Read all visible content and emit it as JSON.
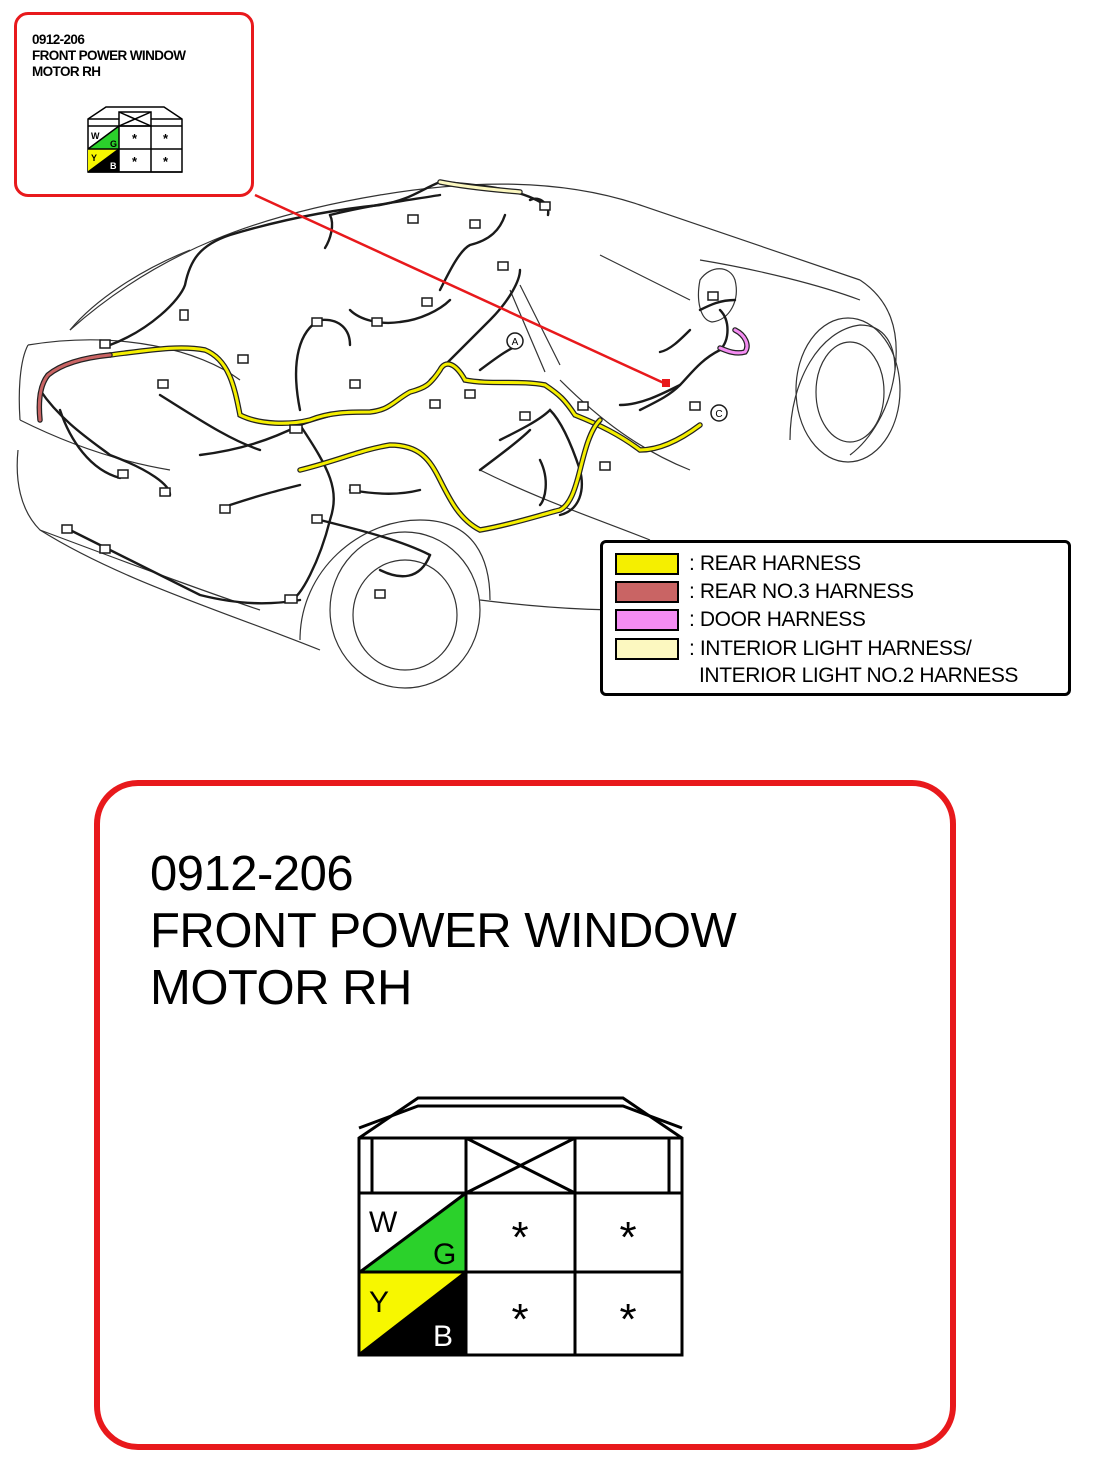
{
  "connector": {
    "code": "0912-206",
    "name_line1": "FRONT POWER WINDOW",
    "name_line2": "MOTOR RH",
    "terminals": [
      {
        "upper": "W",
        "lower": "G",
        "upper_color": "#ffffff",
        "lower_color": "#2bd12b"
      },
      {
        "upper": "Y",
        "lower": "B",
        "upper_color": "#f7f700",
        "lower_color": "#000000"
      }
    ],
    "unused_mark": "*"
  },
  "diagram": {
    "markers": [
      "A",
      "C"
    ]
  },
  "legend": {
    "items": [
      {
        "label": ": REAR HARNESS",
        "color": "#f5ef00"
      },
      {
        "label": ": REAR NO.3 HARNESS",
        "color": "#c96464"
      },
      {
        "label": ": DOOR HARNESS",
        "color": "#f48cf2"
      },
      {
        "label": ": INTERIOR LIGHT HARNESS/",
        "color": "#fcf8c0"
      }
    ],
    "continuation": "INTERIOR LIGHT NO.2 HARNESS"
  },
  "colors": {
    "callout_border": "#e8191c",
    "leader_line": "#e8191c"
  }
}
